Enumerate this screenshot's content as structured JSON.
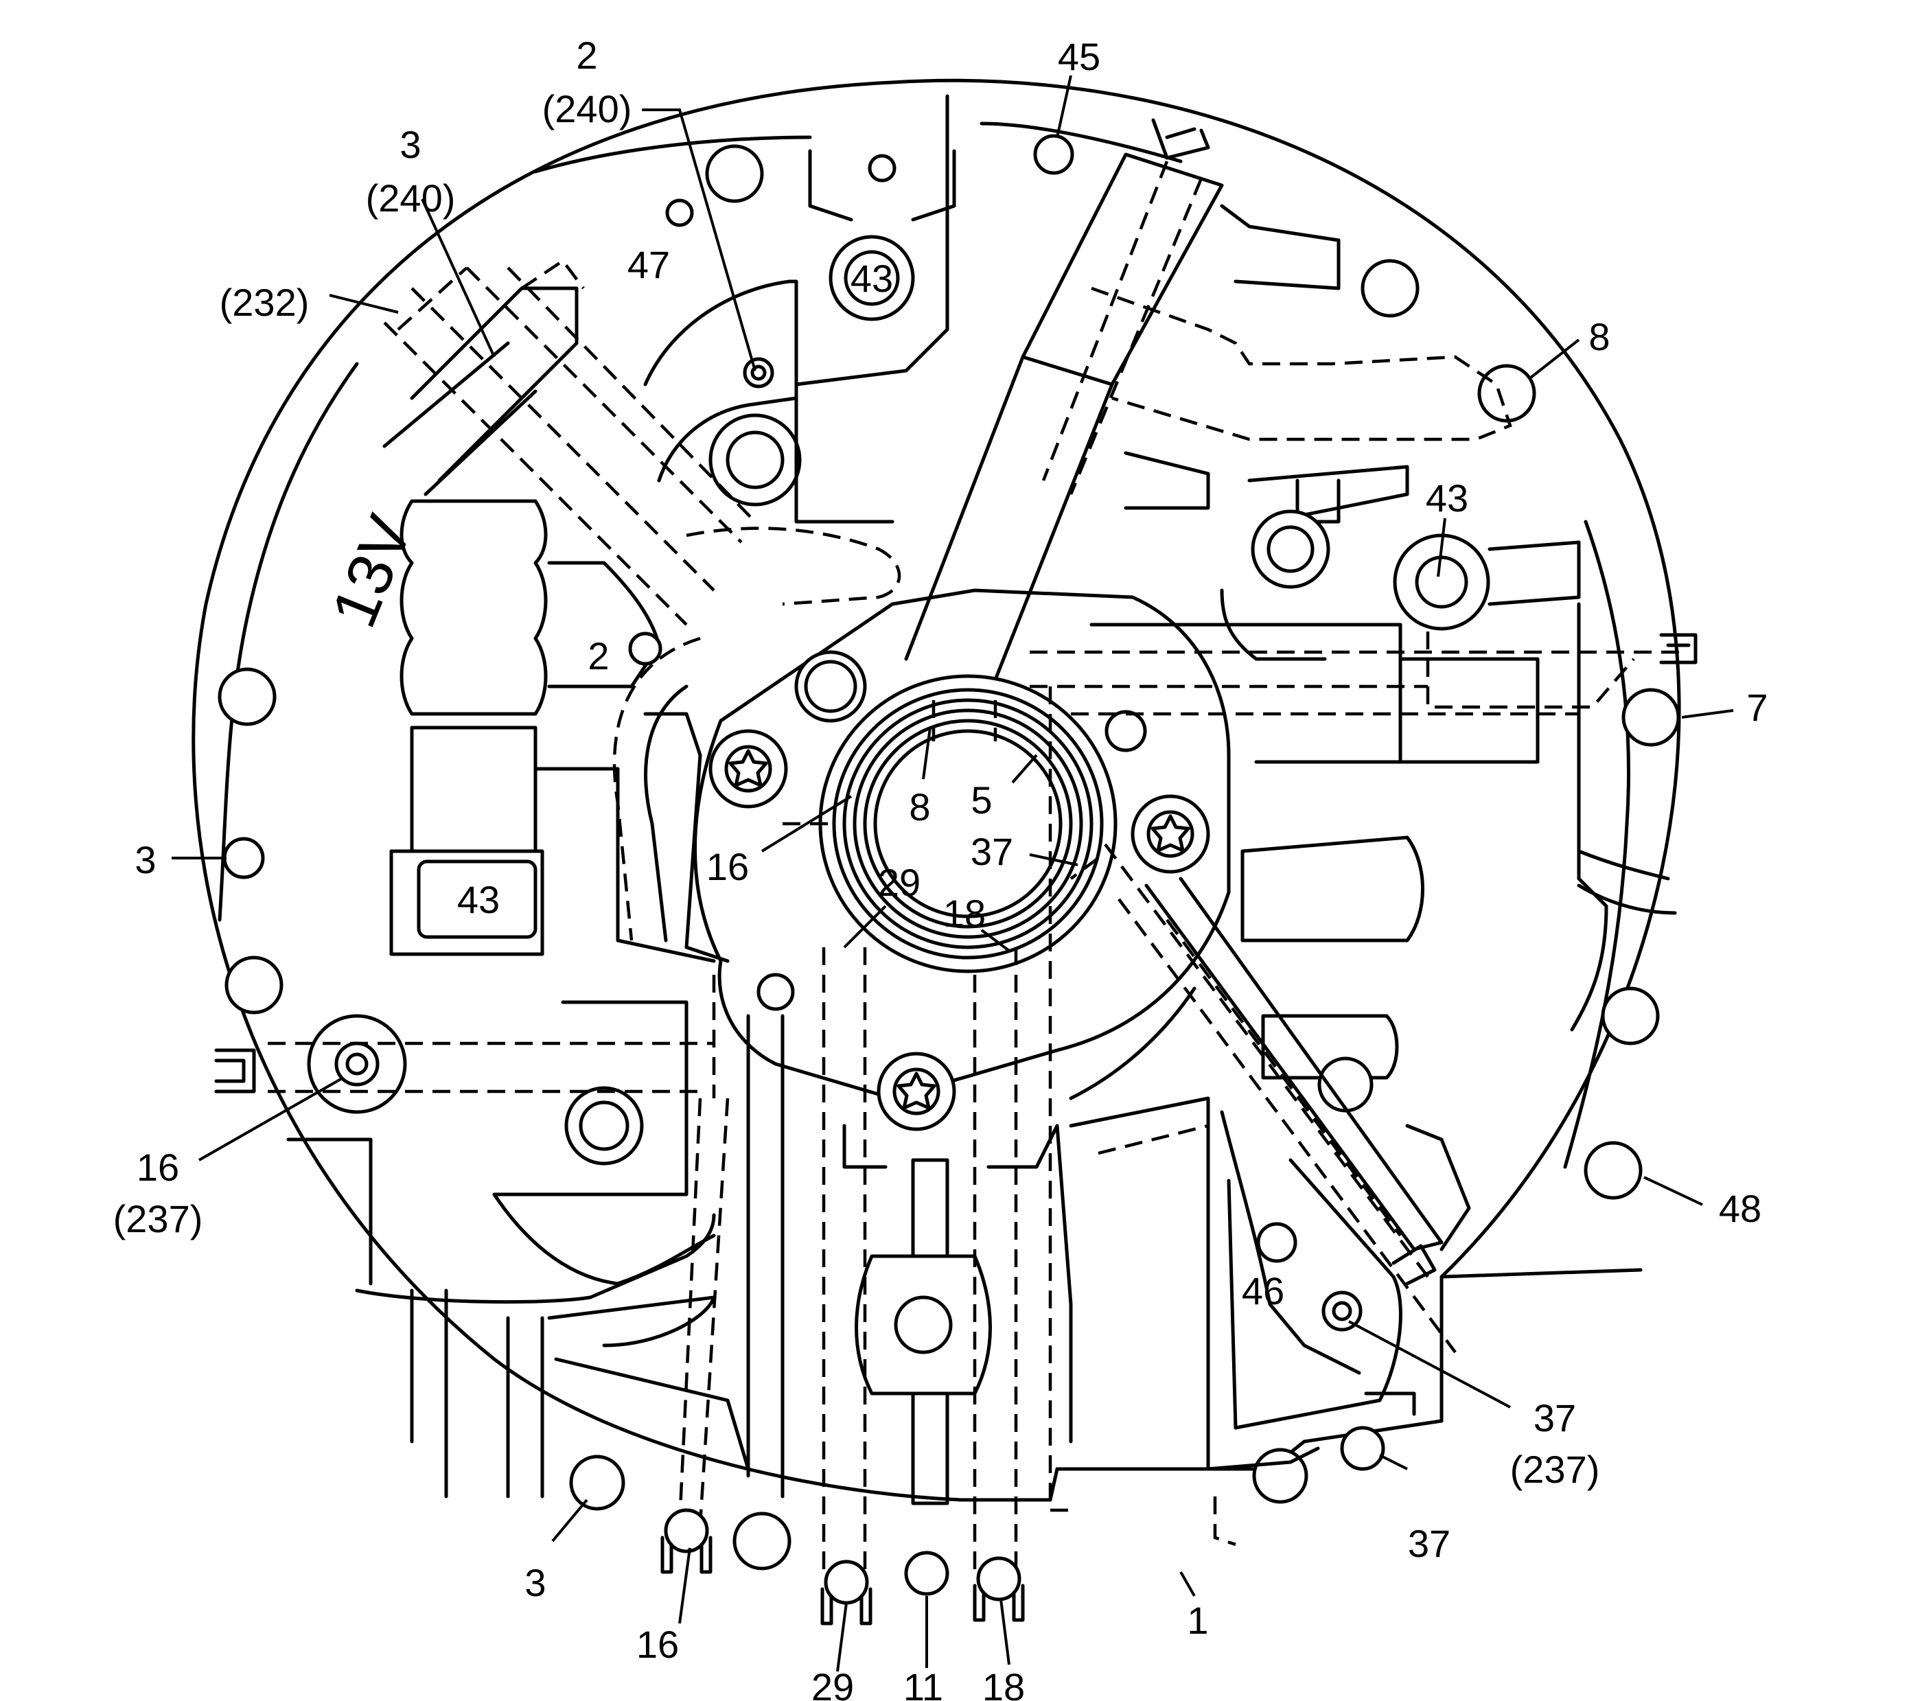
{
  "diagram_type": "valve body hydraulic passage layout",
  "stamp": "13V",
  "callouts": [
    {
      "id": "c45",
      "lines": [
        "45"
      ]
    },
    {
      "id": "c2-240",
      "lines": [
        "2",
        "(240)"
      ]
    },
    {
      "id": "c3-240",
      "lines": [
        "3",
        "(240)"
      ]
    },
    {
      "id": "c232",
      "lines": [
        "(232)"
      ]
    },
    {
      "id": "c47",
      "lines": [
        "47"
      ]
    },
    {
      "id": "c43-top",
      "lines": [
        "43"
      ]
    },
    {
      "id": "c8-right",
      "lines": [
        "8"
      ]
    },
    {
      "id": "c43-right",
      "lines": [
        "43"
      ]
    },
    {
      "id": "c7",
      "lines": [
        "7"
      ]
    },
    {
      "id": "c2-mid",
      "lines": [
        "2"
      ]
    },
    {
      "id": "c8-hub",
      "lines": [
        "8"
      ]
    },
    {
      "id": "c5",
      "lines": [
        "5"
      ]
    },
    {
      "id": "c37-hub",
      "lines": [
        "37"
      ]
    },
    {
      "id": "c16-hub",
      "lines": [
        "16"
      ]
    },
    {
      "id": "c29-hub",
      "lines": [
        "29"
      ]
    },
    {
      "id": "c18-hub",
      "lines": [
        "18"
      ]
    },
    {
      "id": "c3-left",
      "lines": [
        "3"
      ]
    },
    {
      "id": "c43-left",
      "lines": [
        "43"
      ]
    },
    {
      "id": "c16-237",
      "lines": [
        "16",
        "(237)"
      ]
    },
    {
      "id": "c48",
      "lines": [
        "48"
      ]
    },
    {
      "id": "c46",
      "lines": [
        "46"
      ]
    },
    {
      "id": "c37-237",
      "lines": [
        "37",
        "(237)"
      ]
    },
    {
      "id": "c37-bottom",
      "lines": [
        "37"
      ]
    },
    {
      "id": "c1",
      "lines": [
        "1"
      ]
    },
    {
      "id": "c3-bottom",
      "lines": [
        "3"
      ]
    },
    {
      "id": "c16-bottom",
      "lines": [
        "16"
      ]
    },
    {
      "id": "c29-bottom",
      "lines": [
        "29"
      ]
    },
    {
      "id": "c11",
      "lines": [
        "11"
      ]
    },
    {
      "id": "c18-bottom",
      "lines": [
        "18"
      ]
    }
  ]
}
